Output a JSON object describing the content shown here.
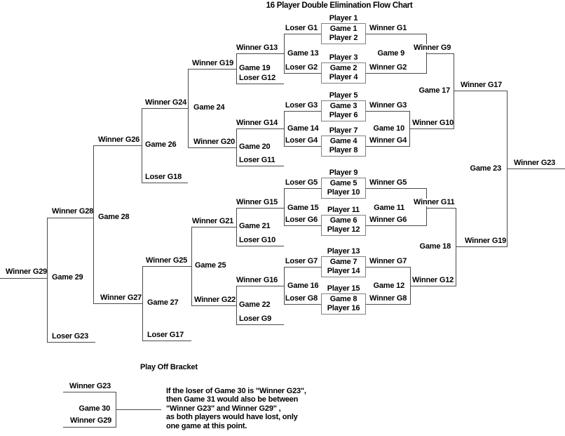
{
  "title": "16 Player Double Elimination Flow Chart",
  "colors": {
    "background": "#ffffff",
    "line": "#4a4a4a",
    "box_border": "#808080",
    "text": "#000000"
  },
  "round1": [
    {
      "top": "Player 1",
      "game": "Game 1",
      "bottom": "Player 2",
      "loser": "Loser G1",
      "winner": "Winner G1"
    },
    {
      "top": "Player 3",
      "game": "Game 2",
      "bottom": "Player 4",
      "loser": "Loser G2",
      "winner": "Winner G2"
    },
    {
      "top": "Player 5",
      "game": "Game 3",
      "bottom": "Player 6",
      "loser": "Loser G3",
      "winner": "Winner G3"
    },
    {
      "top": "Player 7",
      "game": "Game 4",
      "bottom": "Player 8",
      "loser": "Loser G4",
      "winner": "Winner G4"
    },
    {
      "top": "Player 9",
      "game": "Game 5",
      "bottom": "Player 10",
      "loser": "Loser G5",
      "winner": "Winner G5"
    },
    {
      "top": "Player 11",
      "game": "Game 6",
      "bottom": "Player 12",
      "loser": "Loser G6",
      "winner": "Winner G6"
    },
    {
      "top": "Player 13",
      "game": "Game 7",
      "bottom": "Player 14",
      "loser": "Loser G7",
      "winner": "Winner G7"
    },
    {
      "top": "Player 15",
      "game": "Game 8",
      "bottom": "Player 16",
      "loser": "Loser G8",
      "winner": "Winner G8"
    }
  ],
  "feeders": [
    {
      "game": "Game 13",
      "winner": "Winner G13"
    },
    {
      "game": "Game 14",
      "winner": "Winner G14"
    },
    {
      "game": "Game 15",
      "winner": "Winner G15"
    },
    {
      "game": "Game 16",
      "winner": "Winner G16"
    }
  ],
  "round2": [
    {
      "game": "Game 9",
      "winner": "Winner G9"
    },
    {
      "game": "Game 10",
      "winner": "Winner G10"
    },
    {
      "game": "Game 11",
      "winner": "Winner G11"
    },
    {
      "game": "Game 12",
      "winner": "Winner G12"
    }
  ],
  "semis": [
    {
      "game": "Game 17",
      "winner": "Winner G17"
    },
    {
      "game": "Game 18",
      "winner": "Winner G19"
    }
  ],
  "final": {
    "game": "Game 23",
    "winner": "Winner G23"
  },
  "losers": [
    {
      "game": "Game 19",
      "loser": "Loser G12",
      "winner": "Winner G19"
    },
    {
      "game": "Game 20",
      "loser": "Loser G11",
      "winner": "Winner G20"
    },
    {
      "game": "Game 21",
      "loser": "Loser G10",
      "winner": "Winner G21"
    },
    {
      "game": "Game 22",
      "loser": "Loser G9",
      "winner": "Winner G22"
    },
    {
      "game": "Game 24",
      "winner": "Winner G24"
    },
    {
      "game": "Game 25",
      "winner": "Winner G25"
    },
    {
      "game": "Game 26",
      "loser": "Loser G18",
      "winner": "Winner G26"
    },
    {
      "game": "Game 27",
      "loser": "Loser G17",
      "winner": "Winner G27"
    },
    {
      "game": "Game 28",
      "winner": "Winner G28"
    },
    {
      "game": "Game 29",
      "loser": "Loser G23",
      "winner": "Winner G29"
    }
  ],
  "playoff": {
    "title": "Play Off Bracket",
    "top": "Winner G23",
    "game": "Game 30",
    "bottom": "Winner G29",
    "note": [
      "If the loser of Game 30 is \"Winner G23\",",
      "then Game 31 would also be between",
      "\"Winner G23\" and Winner G29\" ,",
      "as both players would have lost, only",
      "one game at this point."
    ]
  }
}
